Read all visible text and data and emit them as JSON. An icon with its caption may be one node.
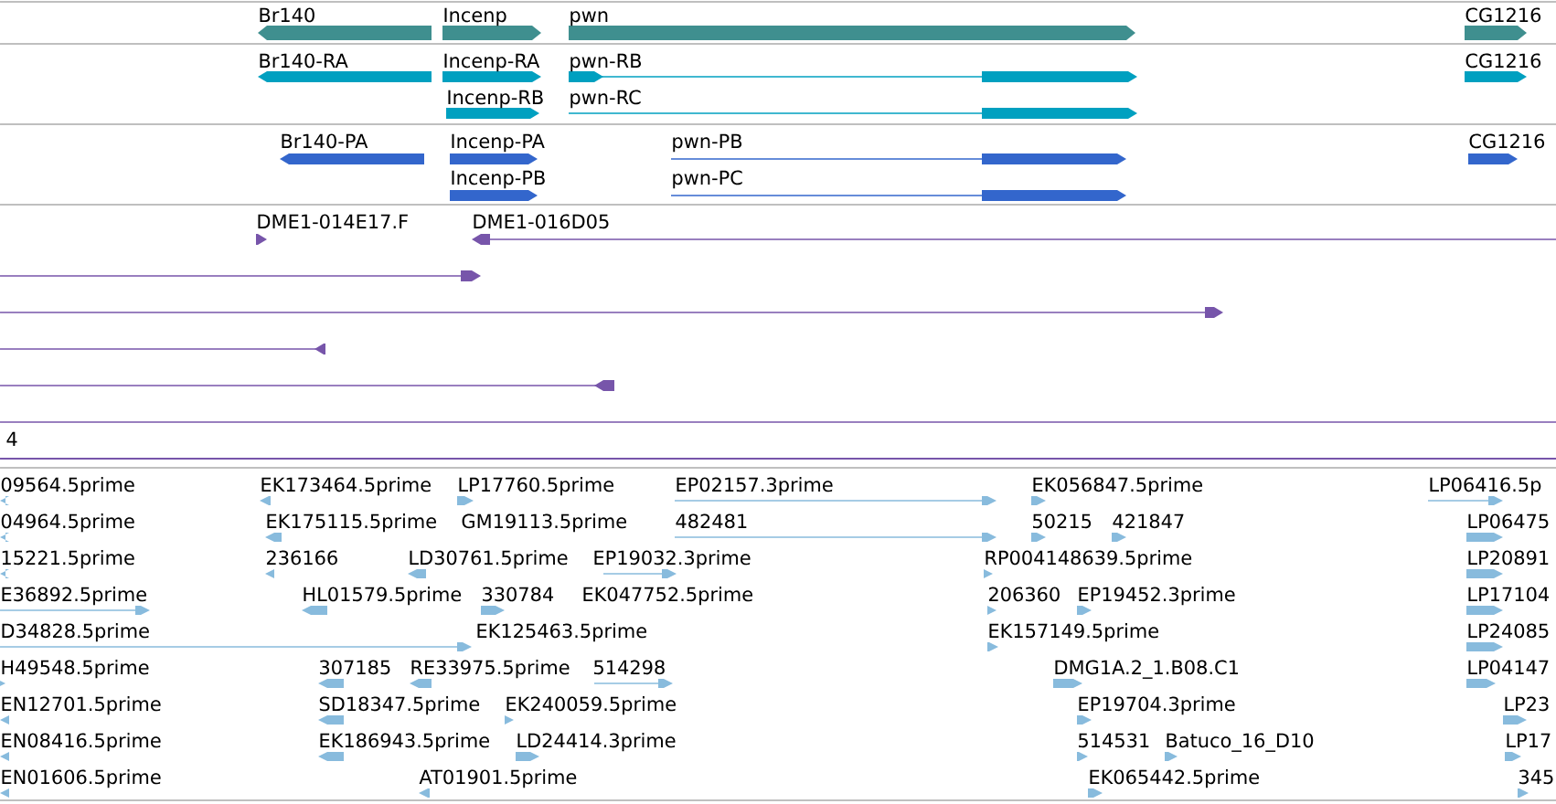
{
  "diagram": {
    "labels": [
      "Br140",
      "Incenp",
      "pwn",
      "CG1216",
      "Br140-RA",
      "Incenp-RA",
      "pwn-RB",
      "CG1216",
      "Incenp-RB",
      "pwn-RC",
      "Br140-PA",
      "Incenp-PA",
      "pwn-PB",
      "CG1216",
      "Incenp-PB",
      "pwn-PC",
      "DME1-014E17.F",
      "DME1-016D05",
      "4",
      "09564.5prime",
      "EK173464.5prime",
      "LP17760.5prime",
      "EP02157.3prime",
      "EK056847.5prime",
      "LP06416.5p",
      "04964.5prime",
      "EK175115.5prime",
      "GM19113.5prime",
      "482481",
      "50215",
      "421847",
      "LP06475",
      "15221.5prime",
      "236166",
      "LD30761.5prime",
      "EP19032.3prime",
      "RP004148639.5prime",
      "LP20891",
      "E36892.5prime",
      "HL01579.5prime",
      "330784",
      "EK047752.5prime",
      "206360",
      "EP19452.3prime",
      "LP17104",
      "D34828.5prime",
      "EK125463.5prime",
      "EK157149.5prime",
      "LP24085",
      "H49548.5prime",
      "307185",
      "RE33975.5prime",
      "514298",
      "DMG1A.2_1.B08.C1",
      "LP04147",
      "EN12701.5prime",
      "SD18347.5prime",
      "EK240059.5prime",
      "EP19704.3prime",
      "LP23",
      "EN08416.5prime",
      "EK186943.5prime",
      "LD24414.3prime",
      "514531",
      "Batuco_16_D10",
      "LP17",
      "EN01606.5prime",
      "AT01901.5prime",
      "EK065442.5prime",
      "345"
    ]
  }
}
